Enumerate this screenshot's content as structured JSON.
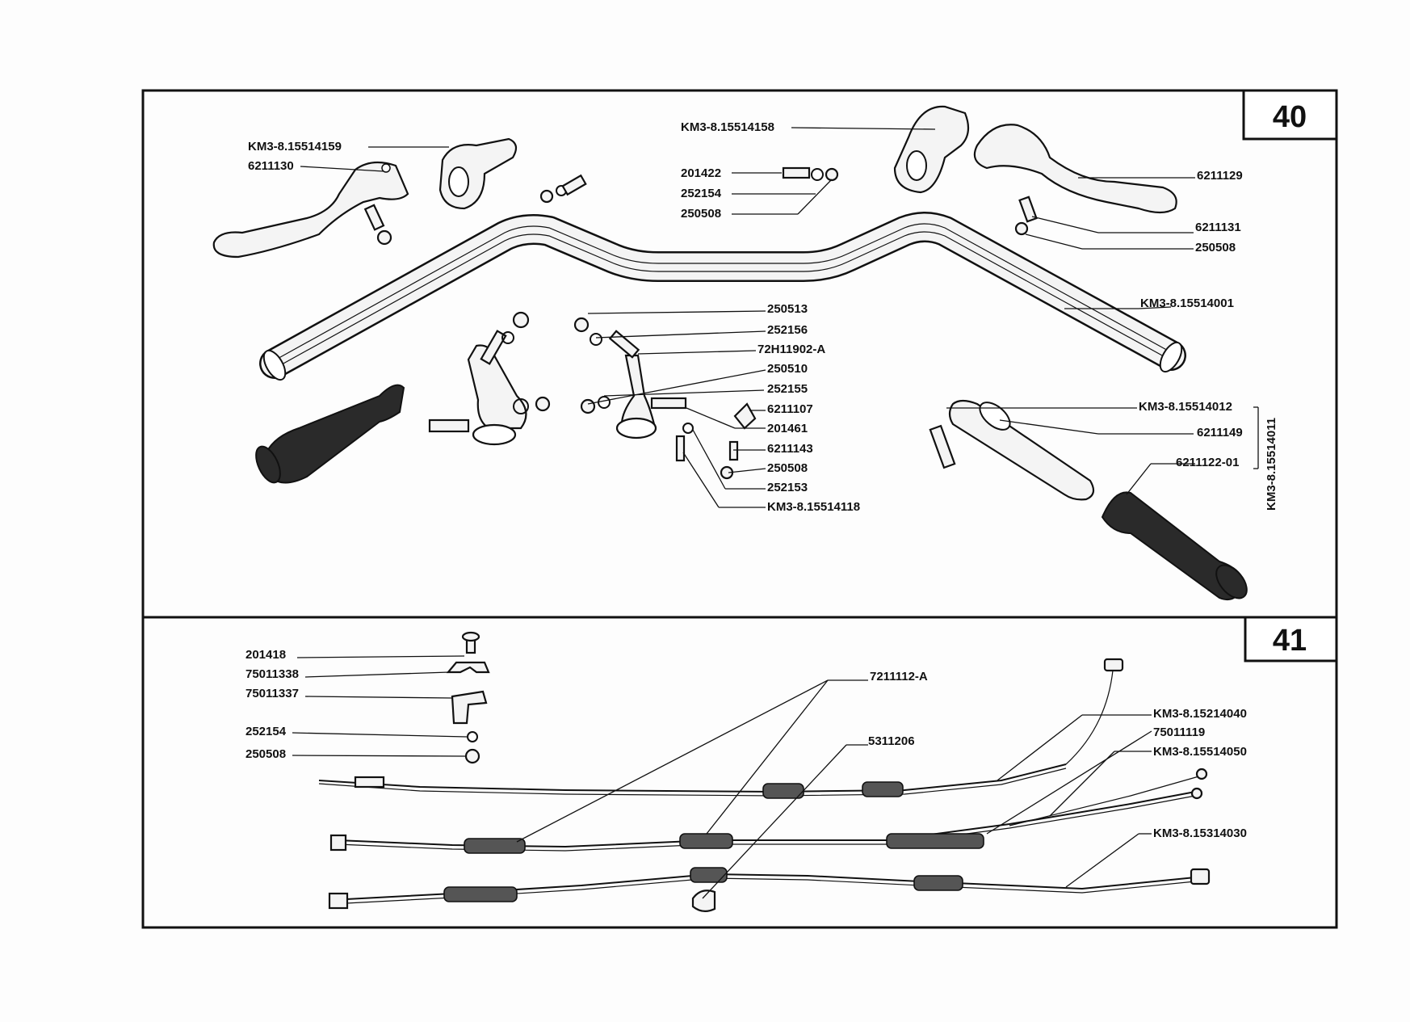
{
  "panels": {
    "top": {
      "number": "40",
      "labels": {
        "l1": "KM3-8.15514159",
        "l2": "6211130",
        "l3": "KM3-8.15514158",
        "l4": "201422",
        "l5": "252154",
        "l6": "250508",
        "l7": "6211129",
        "l8": "6211131",
        "l9": "250508",
        "l10": "KM3-8.15514001",
        "l11": "250513",
        "l12": "252156",
        "l13": "72H11902-A",
        "l14": "250510",
        "l15": "252155",
        "l16": "6211107",
        "l17": "201461",
        "l18": "6211143",
        "l19": "250508",
        "l20": "252153",
        "l21": "KM3-8.15514118",
        "l22": "KM3-8.15514012",
        "l23": "6211149",
        "l24": "6211122-01",
        "l25": "KM3-8.15514011"
      }
    },
    "bottom": {
      "number": "41",
      "labels": {
        "b1": "201418",
        "b2": "75011338",
        "b3": "75011337",
        "b4": "252154",
        "b5": "250508",
        "b6": "7211112-A",
        "b7": "5311206",
        "b8": "KM3-8.15214040",
        "b9": "75011119",
        "b10": "KM3-8.15514050",
        "b11": "KM3-8.15314030"
      }
    }
  }
}
